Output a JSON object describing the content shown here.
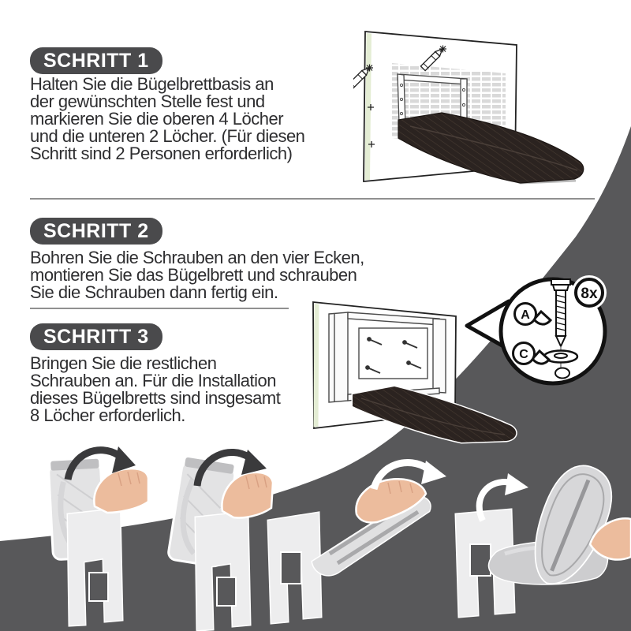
{
  "steps": [
    {
      "badge": "SCHRITT 1",
      "text": "Halten Sie die Bügelbrettbasis an\nder gewünschten Stelle fest und\nmarkieren Sie die oberen 4 Löcher\nund die unteren 2 Löcher. (Für diesen\nSchritt sind 2 Personen erforderlich)"
    },
    {
      "badge": "SCHRITT 2",
      "text": "Bohren Sie die Schrauben an den vier Ecken,\nmontieren Sie das Bügelbrett und schrauben\nSie die Schrauben dann fertig ein."
    },
    {
      "badge": "SCHRITT 3",
      "text": "Bringen Sie die restlichen\nSchrauben an. Für die Installation\ndieses Bügelbretts sind insgesamt\n8 Löcher erforderlich."
    }
  ],
  "callout": {
    "quantity": "8x",
    "labels": [
      "A",
      "C"
    ]
  },
  "colors": {
    "badge": "#4a4a4c",
    "body_text": "#2e2e30",
    "dark_swoosh": "#58585a",
    "board_dark": "#2b2320",
    "wall_accent_green": "#e4edd4",
    "divider": "#909090",
    "skin": "#ecbc9d"
  }
}
